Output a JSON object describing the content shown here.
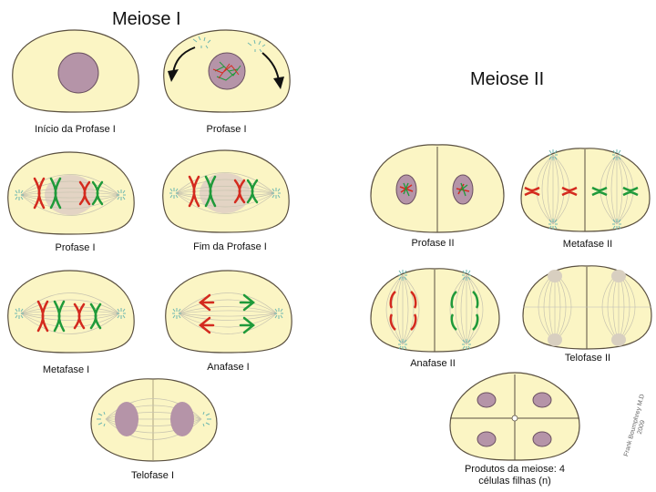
{
  "meiosis_one": {
    "title": "Meiose I",
    "stages": [
      {
        "label": "Início da Profase I"
      },
      {
        "label": "Profase I"
      },
      {
        "label": "Profase I"
      },
      {
        "label": "Fim da Profase I"
      },
      {
        "label": "Metafase I"
      },
      {
        "label": "Anafase I"
      },
      {
        "label": "Telofase I"
      }
    ]
  },
  "meiosis_two": {
    "title": "Meiose II",
    "stages": [
      {
        "label": "Profase II"
      },
      {
        "label": "Metafase II"
      },
      {
        "label": "Anafase II"
      },
      {
        "label": "Telofase II"
      },
      {
        "label_line1": "Produtos da meiose: 4",
        "label_line2": "células filhas (n)"
      }
    ]
  },
  "credit": {
    "line1": "Frank Boumphrey M.D",
    "line2": "2009"
  },
  "colors": {
    "cytoplasm": "#fbf5c4",
    "membrane": "#5a5040",
    "nucleus": "#b594a8",
    "chromosome_red": "#d42a1e",
    "chromosome_green": "#1f9a3a",
    "centrosome": "#6fb8b0",
    "spindle": "#c8c4b0"
  }
}
